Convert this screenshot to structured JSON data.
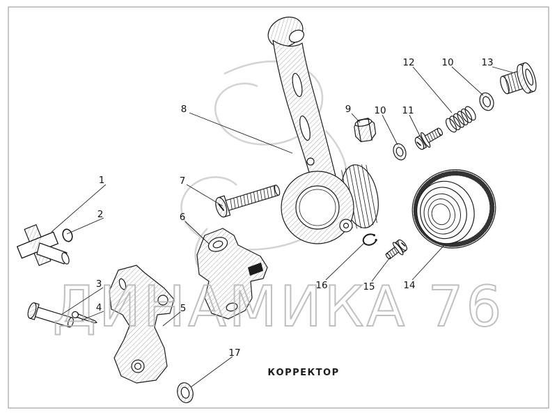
{
  "page": {
    "caption": "КОРРЕКТОР",
    "watermark": "ДИНАМИКА 76"
  },
  "callouts": [
    {
      "label": "1"
    },
    {
      "label": "2"
    },
    {
      "label": "3"
    },
    {
      "label": "4"
    },
    {
      "label": "5"
    },
    {
      "label": "6"
    },
    {
      "label": "7"
    },
    {
      "label": "8"
    },
    {
      "label": "9"
    },
    {
      "label": "10"
    },
    {
      "label": "11"
    },
    {
      "label": "12"
    },
    {
      "label": "10"
    },
    {
      "label": "13"
    },
    {
      "label": "14"
    },
    {
      "label": "15"
    },
    {
      "label": "16"
    },
    {
      "label": "17"
    }
  ]
}
